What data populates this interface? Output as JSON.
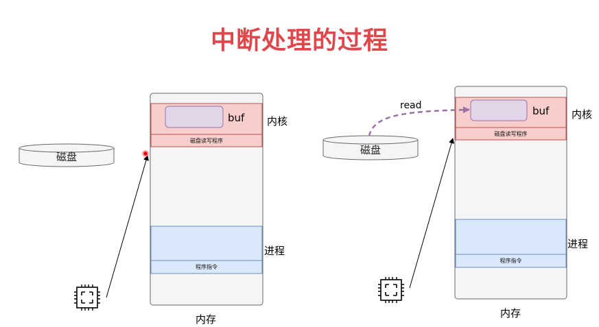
{
  "title": "中断处理的过程",
  "left": {
    "disk_label": "磁盘",
    "buf_label": "buf",
    "kernel_label": "内核",
    "disk_read_program": "磁盘读写程序",
    "process_label": "进程",
    "program_instruction": "程序指令",
    "memory_label": "内存"
  },
  "right": {
    "disk_label": "磁盘",
    "buf_label": "buf",
    "kernel_label": "内核",
    "disk_read_program": "磁盘读写程序",
    "process_label": "进程",
    "program_instruction": "程序指令",
    "memory_label": "内存",
    "read_label": "read"
  },
  "colors": {
    "title": "#e0474c",
    "kernel_fill": "#f8cecc",
    "kernel_stroke": "#c0504d",
    "buf_fill": "#e1d5e7",
    "buf_stroke": "#9673a6",
    "process_fill": "#dae8fc",
    "process_stroke": "#6c8ebf",
    "memory_fill": "#f5f5f5",
    "read_arrow": "#9673a6"
  },
  "icons": [
    "cpu-chip-icon",
    "disk-cylinder-icon",
    "interrupt-signal-dot-icon"
  ]
}
